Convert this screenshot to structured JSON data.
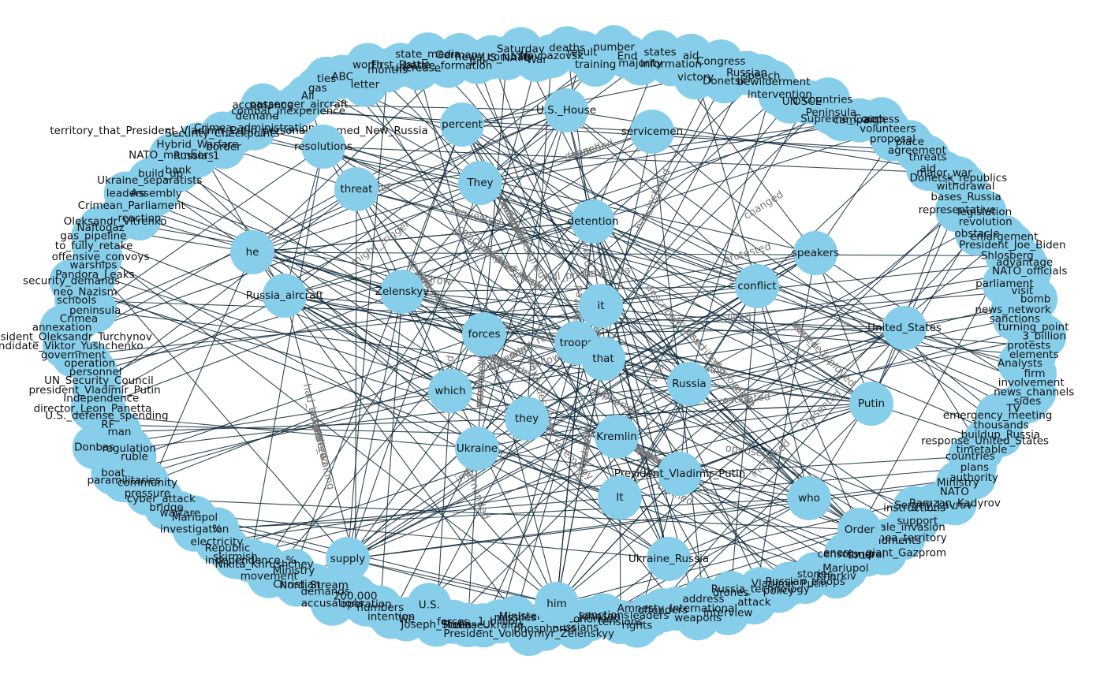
{
  "style": {
    "node_color": "#87ceeb",
    "edge_color": "#0f2a3a",
    "label_color": "#111111",
    "edge_label_color": "#777777"
  },
  "inner_nodes": [
    "it",
    "troops",
    "that",
    "forces",
    "Russia",
    "which",
    "they",
    "Kremlin",
    "Ukraine",
    "Zelenskyy",
    "Russia_aircraft",
    "threat",
    "They",
    "detention",
    "speakers",
    "conflict",
    "percent",
    "servicemen",
    "U.S._House",
    "resolutions",
    "Putin",
    "United_States",
    "President_Vladimir_Putin",
    "It",
    "who",
    "supply",
    "Ukraine_Russia",
    "him",
    "Order",
    "he"
  ],
  "edge_labels": [
    "has_included",
    "received",
    "had_driven",
    "protested",
    "accused",
    "caused",
    "investigated",
    "was_poisoned",
    "concluded",
    "supported",
    "reported",
    "denied",
    "have_described",
    "made",
    "will_present",
    "implicated",
    "authorised",
    "expand",
    "might_trigger",
    "took",
    "were_redeployed",
    "windrow",
    "released",
    "raising",
    "concluded",
    "ordered",
    "presented",
    "were_rejected",
    "described",
    "demanded",
    "changed",
    "isolated",
    "gave",
    "liked",
    "had_been",
    "extended",
    "opposed",
    "captured",
    "was_te",
    "to_employ",
    "had_seized",
    "had_fled",
    "restricted",
    "accused",
    "have_ma",
    "follow",
    "signed",
    "launched",
    "suffer",
    "express",
    "voiced",
    "requested",
    "has_characterized",
    "marked",
    "described",
    "were_waiting",
    "increased",
    "was",
    "deployed",
    "to_reinforce",
    "seen",
    "annexed",
    "issued",
    "would",
    "had_joined",
    "were_reg",
    "blamed",
    "placed",
    "proposed",
    "demanded",
    "invade"
  ],
  "outer_nodes": [
    "Congress",
    "Donetsk",
    "Russian",
    "speech",
    "bewilderment",
    "intervention",
    "UN",
    "OSCE",
    "countries",
    "Peninsula",
    "Supreme_Court",
    "campaign",
    "access",
    "volunteers",
    "proposal",
    "place",
    "agreement",
    "threats",
    "aid",
    "major_war",
    "Donetsk_republics",
    "withdrawal",
    "bases_Russia",
    "representative",
    "legislation",
    "revolution",
    "obstacle",
    "enlargement",
    "President_Joe_Biden",
    "Shlosberg",
    "advantage",
    "NATO_officials",
    "parliament",
    "visit",
    "bomb",
    "news_network",
    "sanctions",
    "turning_point",
    "3_billion",
    "protests",
    "elements",
    "Analysts",
    "firm",
    "involvement",
    "news_channels",
    "sides",
    "TV",
    "emergency_meeting",
    "thousands",
    "buildup_Russia",
    "response_United_States",
    "timetable",
    "countries",
    "plans",
    "authority",
    "Ministry",
    "NATO",
    "Ramzan_Kadyrov",
    "Sergey_Lavrov",
    "instructions",
    "support",
    "scale_invasion",
    "Crimea_territory",
    "amendments",
    "energy_giant_Gazprom",
    "funeral",
    "censorship",
    "Mariupol",
    "Kharkiv",
    "stories",
    "Russian_troops",
    "Vladimir_Putin",
    "policy",
    "Russia_technology",
    "attack",
    "drones",
    "interview",
    "address",
    "weapons",
    "Amnesty_International",
    "offenders",
    "leaders",
    "rights",
    "tensions",
    "sanctions",
    "economies",
    "Russians",
    "Minister_Boris_Johnson",
    "phosphorus",
    "President_Volodymyr_Zelenskyy",
    "missiles",
    "1_billion",
    "Russia_Ukraine",
    "cease",
    "forces",
    "Joseph_Stalin",
    "U.S.",
    "We",
    "intention",
    "numbers",
    "operation",
    "200,000",
    "accusations",
    "demands",
    "Nord_Stream",
    "Christian",
    "Ministry",
    "movement",
    "Nikita_Khrushchev",
    "independence_%",
    "skirmish",
    "Republic",
    "electricity",
    "%",
    "investigation",
    "Mariupol",
    "warfare",
    "bridge",
    "cyber_attack",
    "pressure",
    "community",
    "paramilitaries",
    "boat",
    "ruble",
    "regulation",
    "Donbas",
    "man",
    "RF",
    "U.S._defense_spending",
    "director_Leon_Panetta",
    "Independence",
    "president_Vladimir_Putin",
    "UN_Security_Council",
    "personnel",
    "operation",
    "government",
    "candidate_Viktor_Yushchenko",
    "President_Oleksandr_Turchynov",
    "annexation",
    "Crimea",
    "peninsula",
    "schools",
    "neo_Nazism",
    "security_demands",
    "Pandora_Leaks",
    "warships",
    "offensive_convoys",
    "to_fully_retake",
    "gas_pipeline",
    "Naftogaz",
    "Oleksandr_Vitrenko",
    "reaction",
    "Crimean_Parliament",
    "leaders",
    "Assembly",
    "Ukraine_separatists",
    "build_up",
    "bank",
    "NATO_members",
    "Russia_1",
    "Hybrid_Warfare",
    "border",
    "Security_Checkpoints",
    "territory_that_President_Vladimir_Putin_personally_named_New_Russia",
    "Crimea_administration",
    "demand",
    "acceptance",
    "combat_inexperience",
    "passenger_aircraft",
    "All",
    "gas",
    "ties",
    "ABC",
    "letter",
    "worth",
    "months",
    "First_Battle",
    "increase",
    "state_media",
    "battle_formation",
    "Germany",
    "bill",
    "news_combat",
    "US_NATO",
    "Saturday",
    "War",
    "Novoazovsk",
    "deaths",
    "result",
    "training",
    "number",
    "End",
    "majority",
    "states",
    "information",
    "aid",
    "victory"
  ]
}
